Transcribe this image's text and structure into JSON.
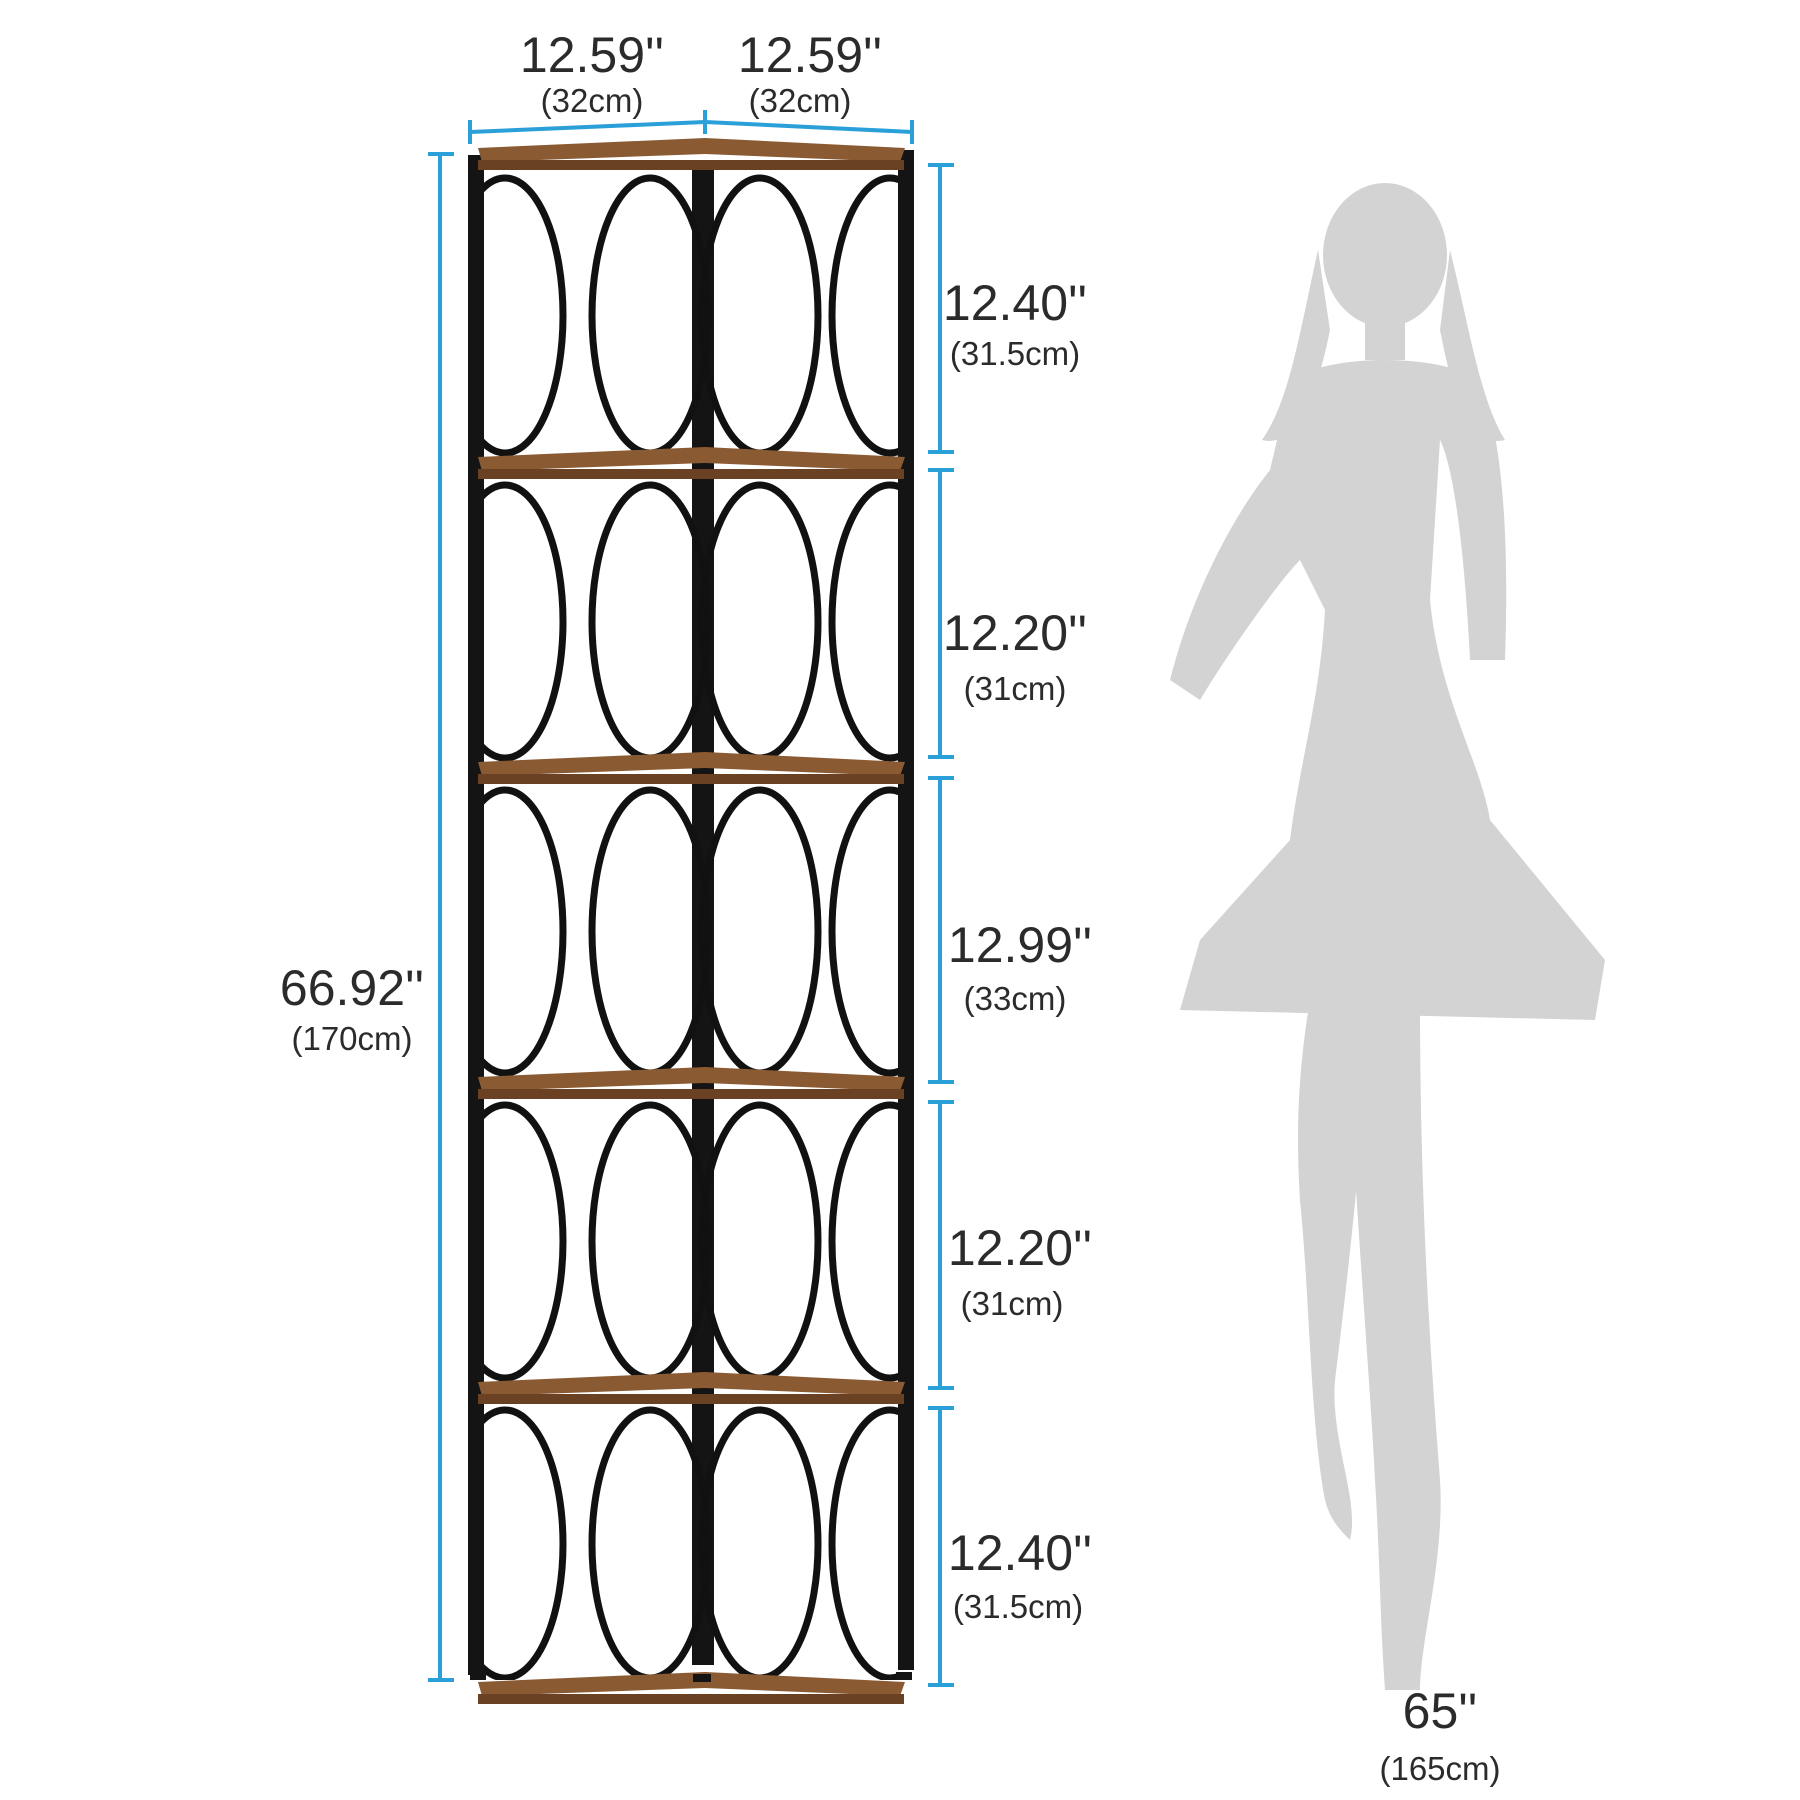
{
  "colors": {
    "dimension_line": "#2a9fd8",
    "frame": "#141414",
    "wood": "#8a5a33",
    "silhouette": "#d3d3d3",
    "text": "#2b2b2b"
  },
  "width_left": {
    "inches": "12.59''",
    "cm": "(32cm)"
  },
  "width_right": {
    "inches": "12.59''",
    "cm": "(32cm)"
  },
  "total_height": {
    "inches": "66.92''",
    "cm": "(170cm)"
  },
  "tiers": [
    {
      "inches": "12.40''",
      "cm": "(31.5cm)"
    },
    {
      "inches": "12.20''",
      "cm": "(31cm)"
    },
    {
      "inches": "12.99''",
      "cm": "(33cm)"
    },
    {
      "inches": "12.20''",
      "cm": "(31cm)"
    },
    {
      "inches": "12.40''",
      "cm": "(31.5cm)"
    }
  ],
  "person_height": {
    "inches": "65''",
    "cm": "(165cm)"
  }
}
